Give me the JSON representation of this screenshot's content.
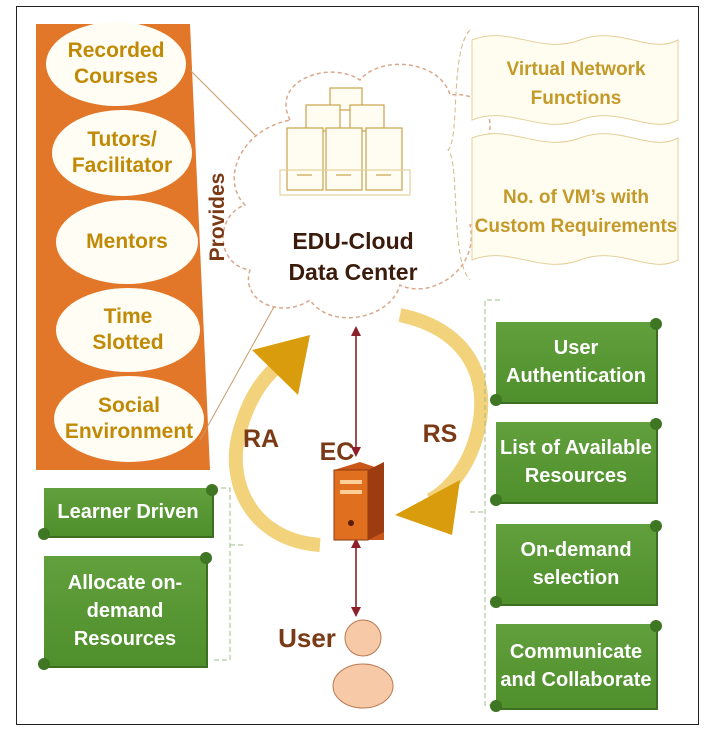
{
  "left_panel": {
    "provides_label": "Provides",
    "items": [
      {
        "text": "Recorded\nCourses"
      },
      {
        "text": "Tutors/\nFacilitator"
      },
      {
        "text": "Mentors"
      },
      {
        "text": "Time\nSlotted"
      },
      {
        "text": "Social\nEnvironment"
      }
    ]
  },
  "cloud": {
    "label": "EDU-Cloud\nData Center"
  },
  "right_top": {
    "items": [
      {
        "text": "Virtual Network\nFunctions"
      },
      {
        "text": "No. of VM’s with\nCustom Requirements"
      }
    ]
  },
  "cycle": {
    "left_label": "RA",
    "center_label": "EC",
    "right_label": "RS"
  },
  "user": {
    "label": "User"
  },
  "left_buttons": {
    "items": [
      {
        "text": "Learner Driven"
      },
      {
        "text": "Allocate on-\ndemand\nResources"
      }
    ]
  },
  "right_buttons": {
    "items": [
      {
        "text": "User\nAuthentication"
      },
      {
        "text": "List of Available\nResources"
      },
      {
        "text": "On-demand\nselection"
      },
      {
        "text": "Communicate\nand Collaborate"
      }
    ]
  },
  "colors": {
    "orange": "#e2772a",
    "gold_text": "#c08a06",
    "green": "#5a9a35",
    "dark_red_text": "#7a3a16",
    "arrow_gold": "#e0a60c"
  }
}
